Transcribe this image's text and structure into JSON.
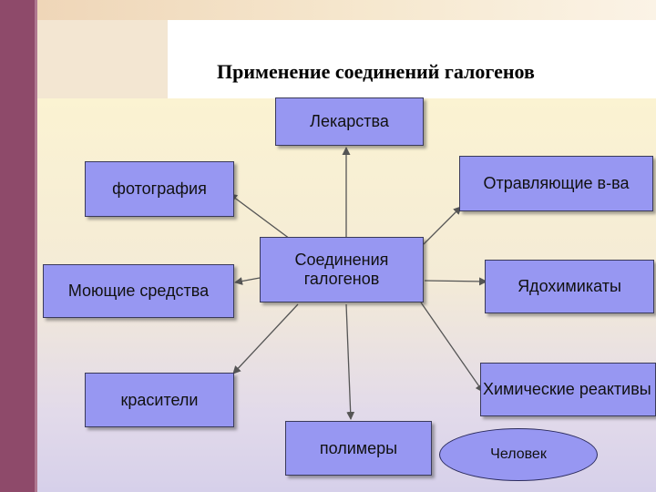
{
  "title": "Применение соединений галогенов",
  "center": {
    "label": "Соединения галогенов"
  },
  "nodes": {
    "medicines": "Лекарства",
    "photography": "фотография",
    "poison_agents": "Отравляющие в-ва",
    "detergents": "Моющие средства",
    "pesticides": "Ядохимикаты",
    "dyes": "красители",
    "chemical_reagents": "Химические реактивы",
    "polymers": "полимеры"
  },
  "human": "Человек",
  "colors": {
    "box_fill": "#9797f2",
    "left_bar": "#8e4a6a",
    "arrow": "#555555"
  }
}
